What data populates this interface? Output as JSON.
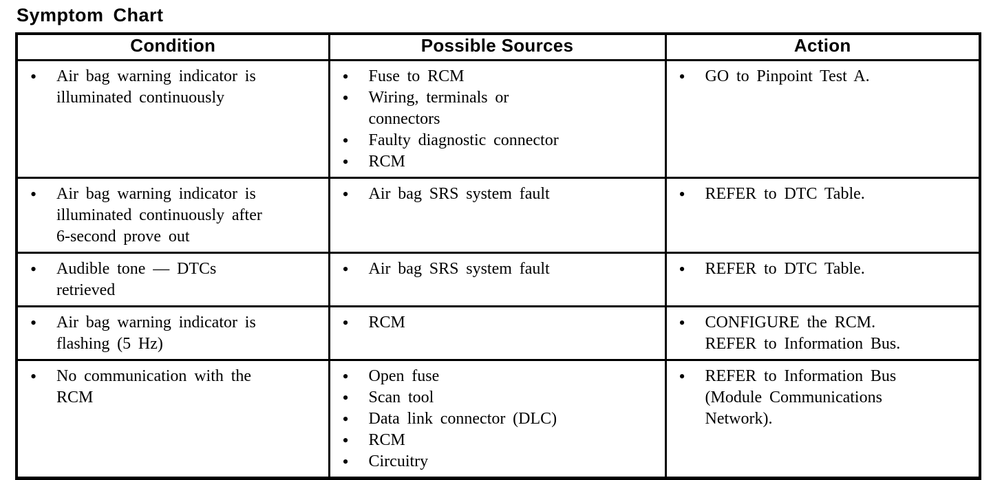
{
  "page": {
    "title": "Symptom Chart"
  },
  "colors": {
    "text": "#000000",
    "background": "#ffffff",
    "border": "#000000"
  },
  "table": {
    "headers": [
      "Condition",
      "Possible Sources",
      "Action"
    ],
    "rows": [
      {
        "condition": [
          "Air bag warning indicator is\nilluminated continuously"
        ],
        "sources": [
          "Fuse to RCM",
          "Wiring, terminals or\nconnectors",
          "Faulty diagnostic connector",
          "RCM"
        ],
        "action": [
          "GO to Pinpoint Test A."
        ]
      },
      {
        "condition": [
          "Air bag warning indicator is\nilluminated continuously after\n6-second prove out"
        ],
        "sources": [
          "Air bag SRS system fault"
        ],
        "action": [
          "REFER to DTC Table."
        ]
      },
      {
        "condition": [
          "Audible tone — DTCs\nretrieved"
        ],
        "sources": [
          "Air bag SRS system fault"
        ],
        "action": [
          "REFER to DTC Table."
        ]
      },
      {
        "condition": [
          "Air bag warning indicator is\nflashing (5 Hz)"
        ],
        "sources": [
          "RCM"
        ],
        "action": [
          "CONFIGURE the RCM.\nREFER to Information Bus."
        ]
      },
      {
        "condition": [
          "No communication with the\nRCM"
        ],
        "sources": [
          "Open fuse",
          "Scan tool",
          "Data link connector (DLC)",
          "RCM",
          "Circuitry"
        ],
        "action": [
          "REFER to Information Bus\n(Module Communications\nNetwork)."
        ]
      }
    ]
  }
}
